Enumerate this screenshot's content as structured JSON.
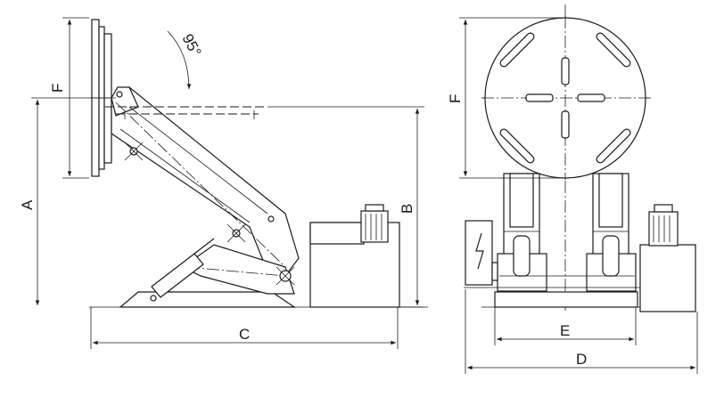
{
  "dimensions": {
    "A": "A",
    "B": "B",
    "C": "C",
    "D": "D",
    "E": "E",
    "F_side": "F",
    "F_front": "F",
    "angle": "95°"
  }
}
